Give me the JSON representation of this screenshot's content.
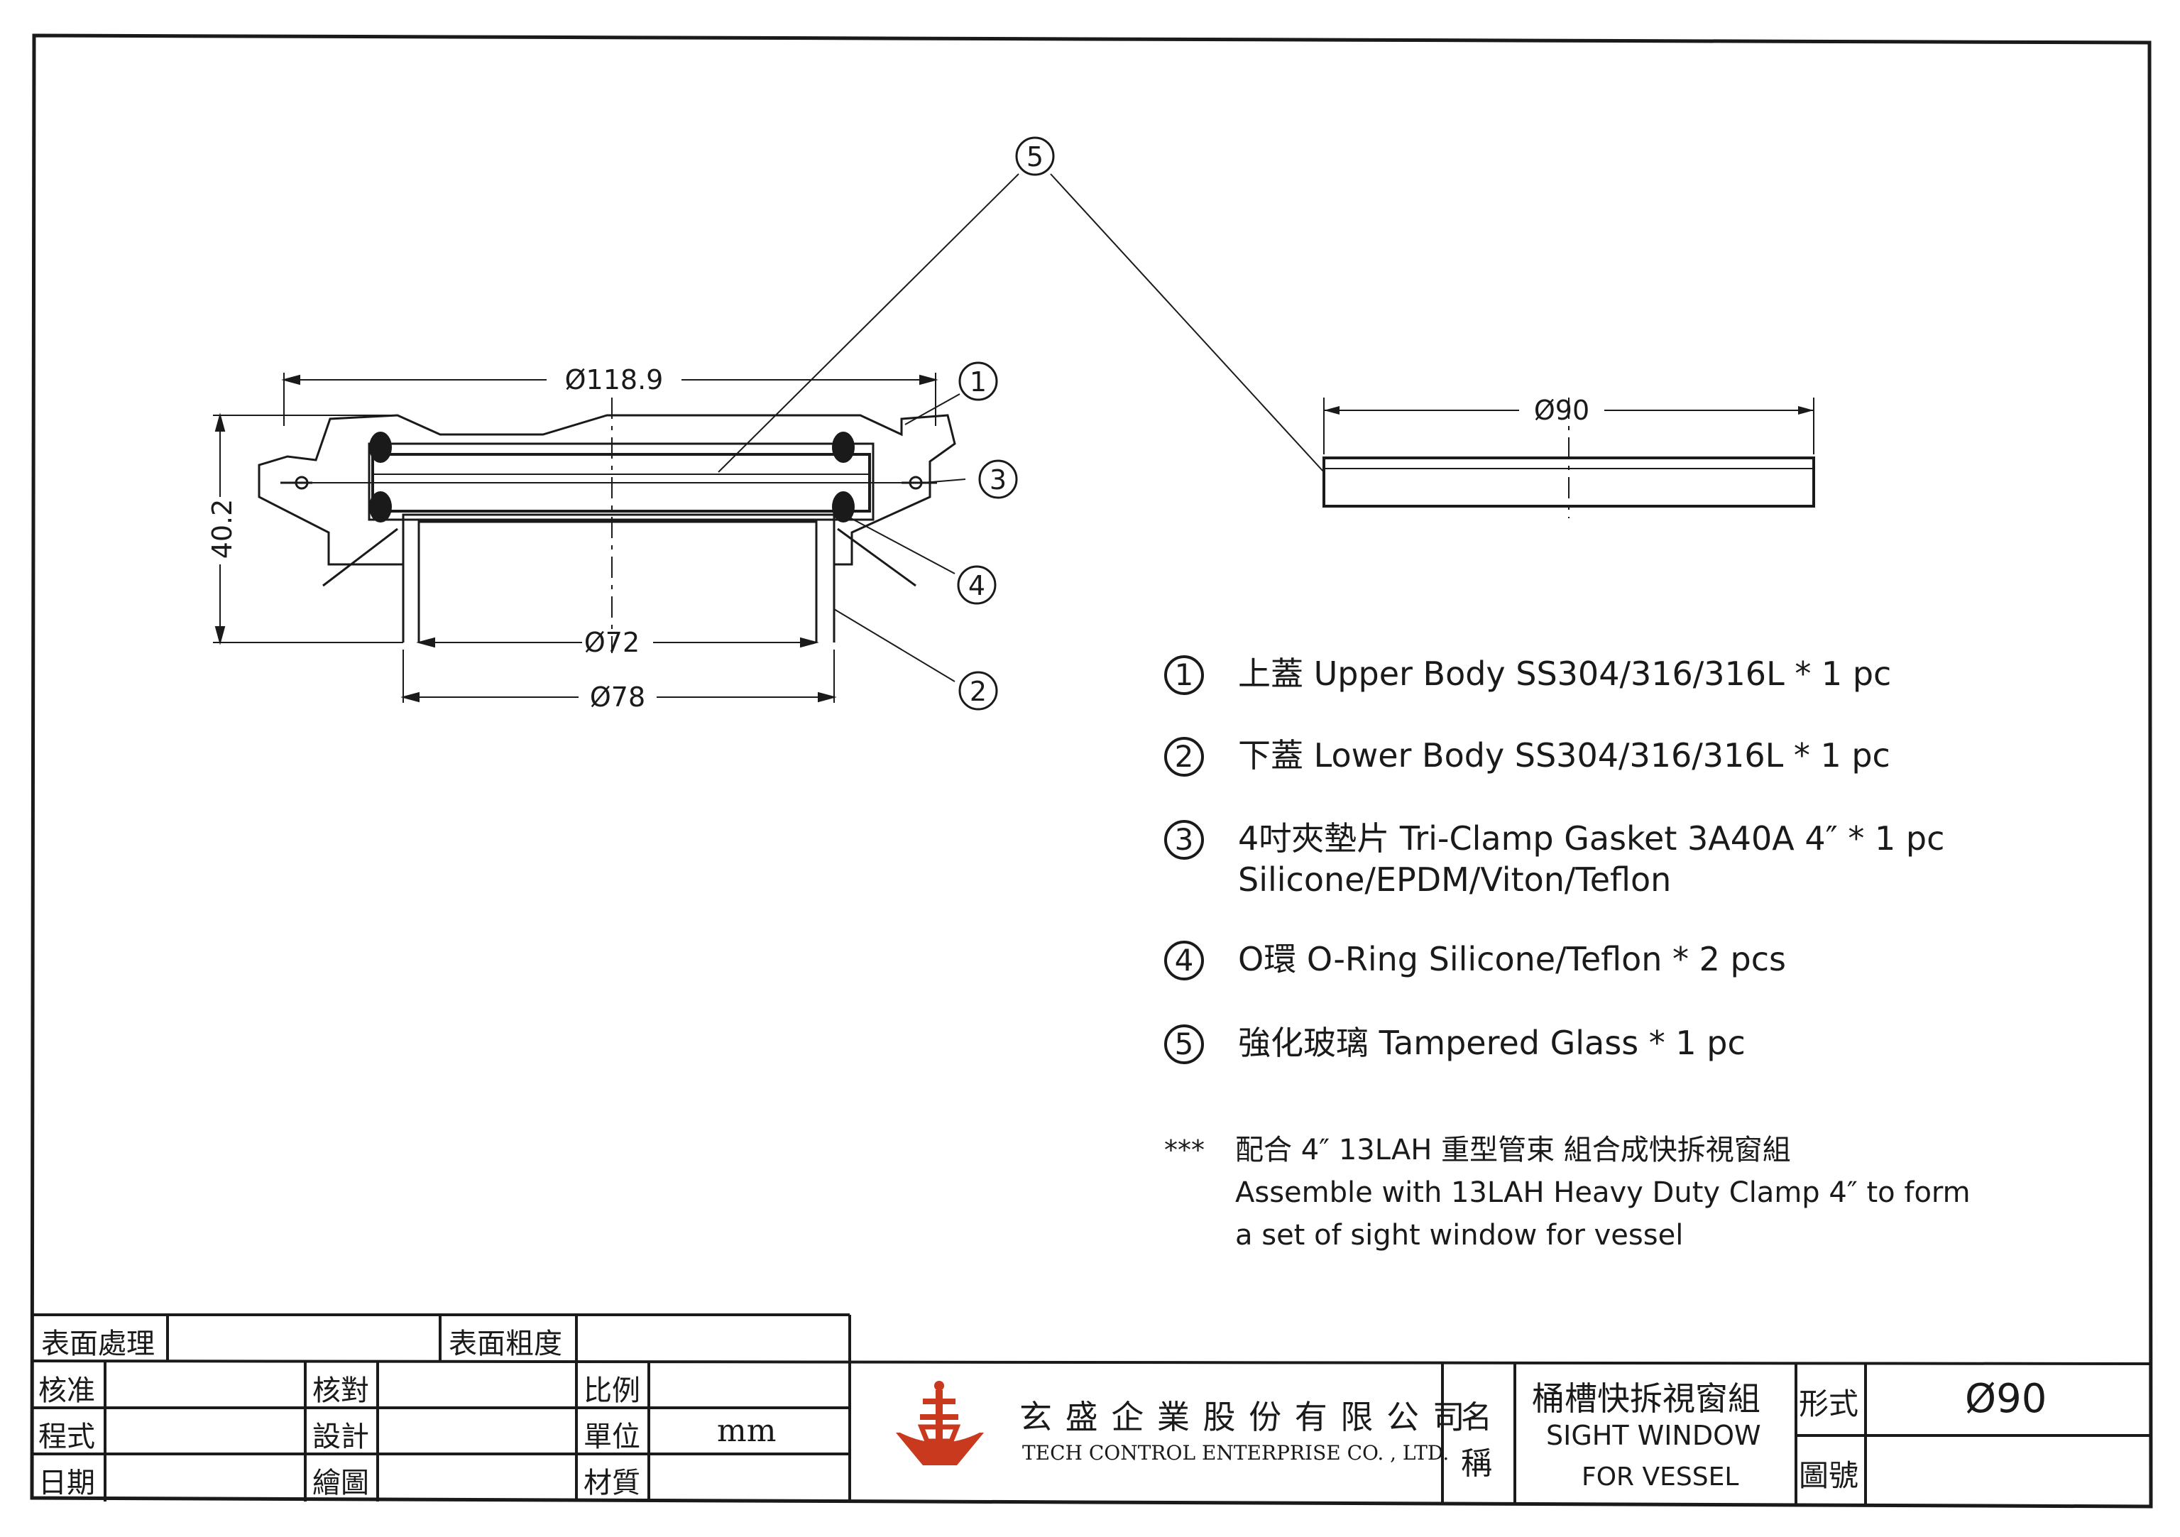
{
  "callouts": [
    "1",
    "2",
    "3",
    "4",
    "5"
  ],
  "dimensions": {
    "upper_width": "Ø118.9",
    "height": "40.2",
    "inner_bore": "Ø72",
    "outer_bottom": "Ø78",
    "glass_diameter": "Ø90"
  },
  "parts": [
    {
      "num": "1",
      "text": "上蓋  Upper Body  SS304/316/316L  * 1 pc"
    },
    {
      "num": "2",
      "text": "下蓋  Lower Body  SS304/316/316L  * 1 pc"
    },
    {
      "num": "3",
      "text": "4吋夾墊片  Tri-Clamp Gasket 3A40A 4″  * 1 pc",
      "text2": "Silicone/EPDM/Viton/Teflon"
    },
    {
      "num": "4",
      "text": "O環  O-Ring Silicone/Teflon  * 2 pcs"
    },
    {
      "num": "5",
      "text": "強化玻璃  Tampered Glass  * 1 pc"
    }
  ],
  "note": {
    "marker": "***",
    "line1": "配合  4″ 13LAH 重型管束 組合成快拆視窗組",
    "line2": "Assemble with 13LAH  Heavy Duty Clamp 4″  to form",
    "line3": "a set of sight window for vessel"
  },
  "title_block": {
    "surface_treatment": "表面處理",
    "surface_roughness": "表面粗度",
    "approved": "核准",
    "check": "核對",
    "scale": "比例",
    "process": "程式",
    "design": "設計",
    "unit": "單位",
    "unit_value": "mm",
    "date": "日期",
    "drawing": "繪圖",
    "material": "材質",
    "company_cn": "玄 盛 企 業 股 份 有 限 公 司",
    "company_en": "TECH  CONTROL  ENTERPRISE  CO. , LTD.",
    "name_label_1": "名",
    "name_label_2": "稱",
    "product_cn": "桶槽快拆視窗組",
    "product_en_1": "SIGHT WINDOW",
    "product_en_2": "FOR VESSEL",
    "type_label": "形式",
    "type_value": "Ø90",
    "drawing_no_label": "圖號",
    "drawing_no_value": ""
  },
  "colors": {
    "ink": "#1a1a1a",
    "logo": "#c8391e"
  }
}
